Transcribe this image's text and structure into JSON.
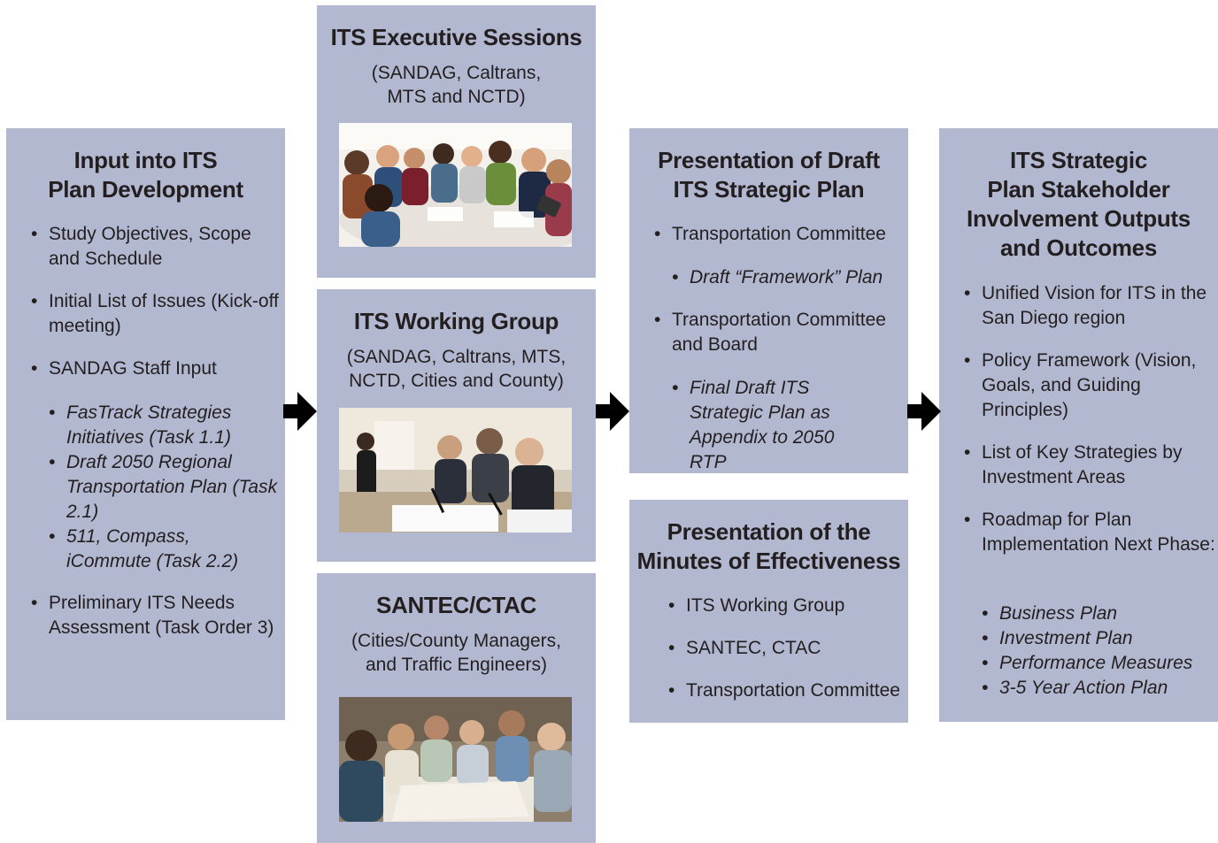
{
  "input": {
    "title": "Input into ITS\nPlan Development",
    "items": [
      "Study Objectives, Scope and Schedule",
      "Initial List of Issues (Kick-off meeting)",
      "SANDAG Staff Input"
    ],
    "subitems": [
      "FasTrack Strategies Initiatives (Task 1.1)",
      "Draft 2050 Regional Transportation Plan (Task 2.1)",
      "511, Compass, iCommute (Task 2.2)"
    ],
    "last_item": "Preliminary ITS Needs Assessment (Task Order 3)"
  },
  "executive": {
    "title": "ITS Executive Sessions",
    "subtitle": "(SANDAG, Caltrans,\nMTS and NCTD)",
    "photo_icon": "meeting-photo"
  },
  "working": {
    "title": "ITS Working Group",
    "subtitle": "(SANDAG, Caltrans, MTS,\nNCTD, Cities and County)",
    "photo_icon": "meeting-photo"
  },
  "santec": {
    "title": "SANTEC/CTAC",
    "subtitle": "(Cities/County Managers,\nand Traffic Engineers)",
    "photo_icon": "meeting-photo"
  },
  "draft": {
    "title": "Presentation of Draft\nITS Strategic Plan",
    "item1": "Transportation Committee",
    "sub1": "Draft “Framework” Plan",
    "item2": "Transportation Committee and Board",
    "sub2": "Final Draft ITS Strategic Plan as Appendix to 2050 RTP"
  },
  "minutes": {
    "title": "Presentation of the\nMinutes of Effectiveness",
    "items": [
      "ITS Working Group",
      "SANTEC, CTAC",
      "Transportation Committee"
    ]
  },
  "outputs": {
    "title": "ITS Strategic\nPlan Stakeholder\nInvolvement Outputs\nand Outcomes",
    "items": [
      "Unified Vision for ITS in the San Diego region",
      "Policy Framework (Vision, Goals, and Guiding Principles)",
      "List of Key Strategies by Investment Areas",
      "Roadmap for Plan Implementation Next Phase:"
    ],
    "subitems": [
      "Business Plan",
      "Investment Plan",
      "Performance Measures",
      "3-5 Year Action Plan"
    ]
  },
  "colors": {
    "box": "#b3b8d1",
    "text": "#231f20",
    "arrow": "#000000"
  }
}
